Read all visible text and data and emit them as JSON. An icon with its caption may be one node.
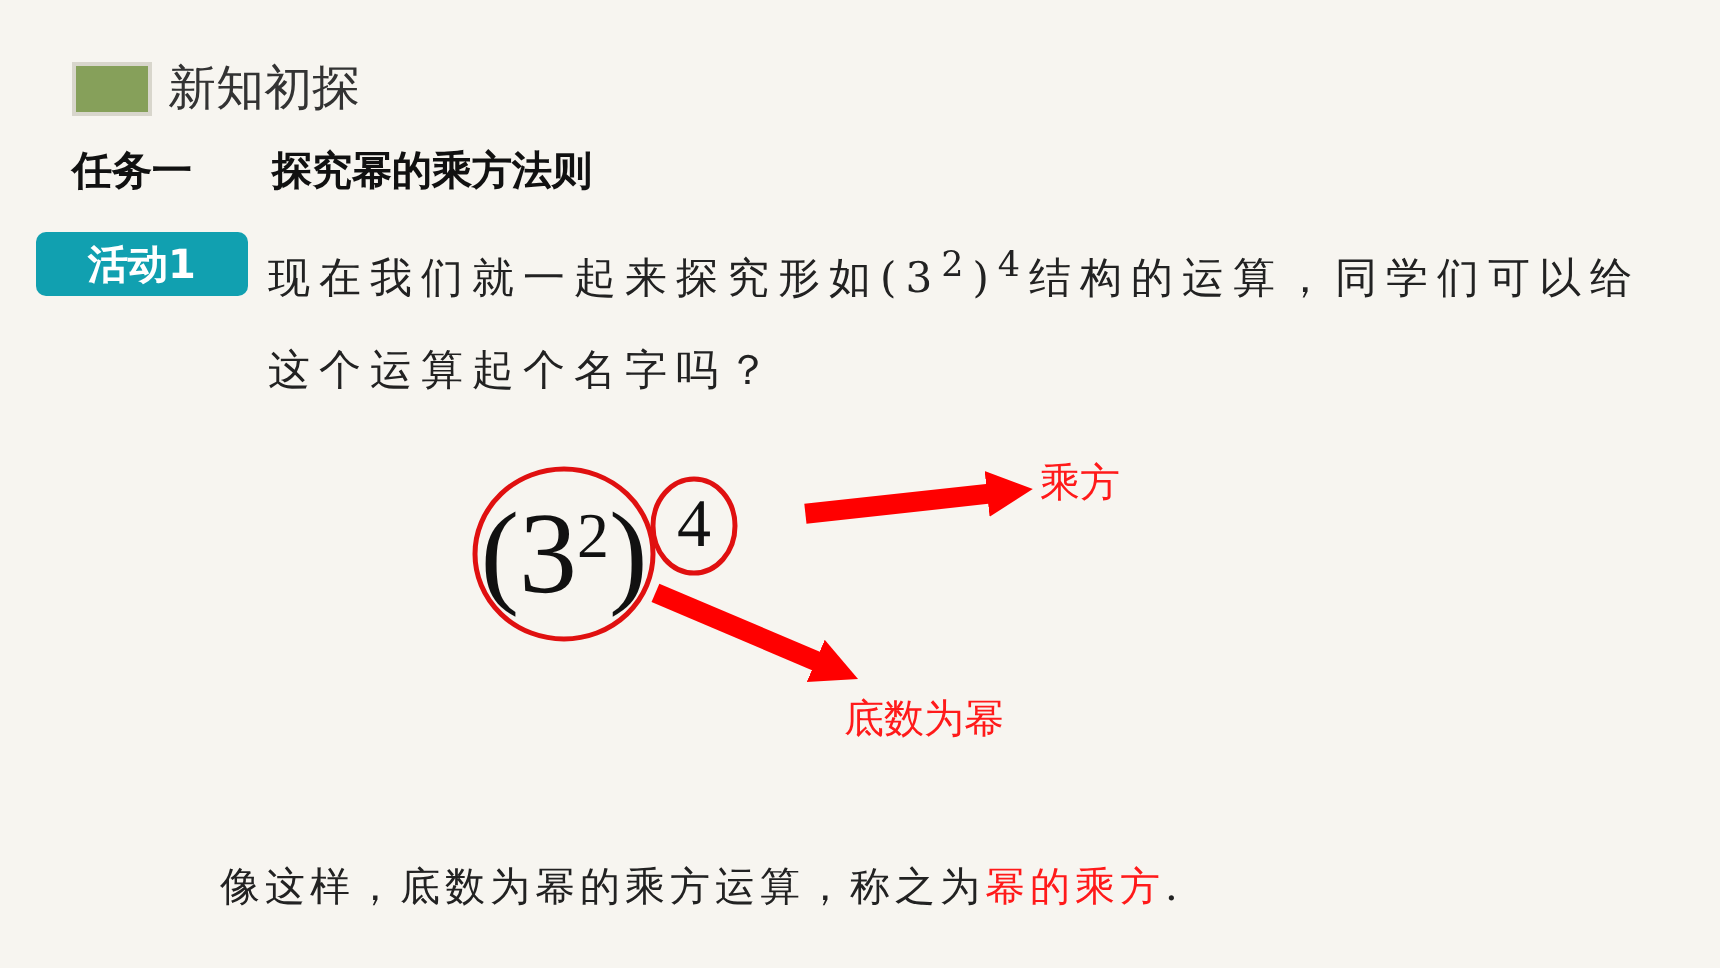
{
  "diagram": {
    "title": "新知初探",
    "nodes": [
      {
        "text": [
          "(3$^{2}$)"
        ]
      },
      {
        "text": [
          "4"
        ]
      },
      {
        "text": [
          "乘方"
        ]
      },
      {
        "text": [
          "底数为幂"
        ]
      }
    ],
    "edges": [
      {
        "from": 1,
        "to": 2,
        "arrow": "to"
      },
      {
        "from": 0,
        "to": 3,
        "arrow": "to"
      }
    ],
    "labels": [
      "任务一",
      "探究幂的乘方法则",
      "活动1",
      "现在我们就一起来探究形如(3$^{2}$)$^{4}$结构的运算，同学们可以给这个运算起个名字吗？",
      "像这样，底数为幂的乘方运算，称之为**幂的乘方**."
    ]
  }
}
